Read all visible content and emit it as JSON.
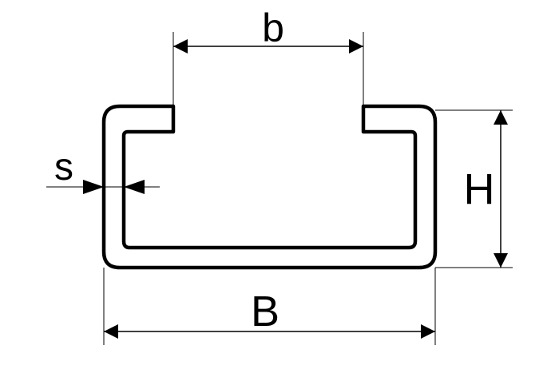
{
  "labels": {
    "opening_width": "b",
    "overall_width": "B",
    "height": "H",
    "thickness": "s"
  },
  "colors": {
    "stroke": "#000000",
    "background": "#ffffff"
  }
}
